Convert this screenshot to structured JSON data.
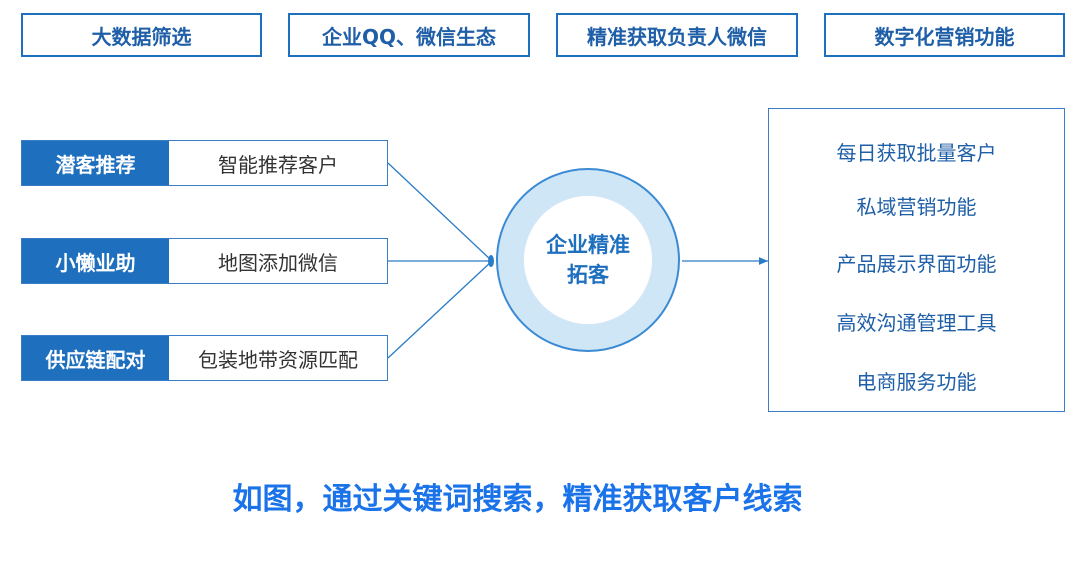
{
  "top_tabs": [
    "大数据筛选",
    "企业QQ、微信生态",
    "精准获取负责人微信",
    "数字化营销功能"
  ],
  "inputs": [
    {
      "tag": "潜客推荐",
      "desc": "智能推荐客户"
    },
    {
      "tag": "小懒业助",
      "desc": "地图添加微信"
    },
    {
      "tag": "供应链配对",
      "desc": "包装地带资源匹配"
    }
  ],
  "hub": {
    "label": "企业精准\n拓客"
  },
  "features": [
    "每日获取批量客户",
    "私域营销功能",
    "产品展示界面功能",
    "高效沟通管理工具",
    "电商服务功能"
  ],
  "caption": "如图，通过关键词搜索，精准获取客户线索",
  "colors": {
    "primary": "#1f6fbf",
    "ring": "#cfe6f7",
    "caption": "#1a73e8"
  }
}
